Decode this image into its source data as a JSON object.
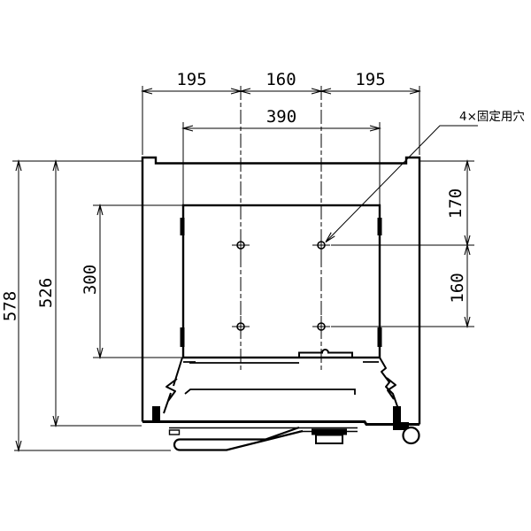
{
  "drawing": {
    "annotation": "4×固定用穴",
    "dim_top_left": "195",
    "dim_top_center": "160",
    "dim_top_right": "195",
    "dim_top_overall": "390",
    "dim_left_overall": "578",
    "dim_left_body": "526",
    "dim_left_plate": "300",
    "dim_right_upper": "170",
    "dim_right_lower": "160",
    "colors": {
      "line": "#000000",
      "background": "#ffffff"
    }
  }
}
